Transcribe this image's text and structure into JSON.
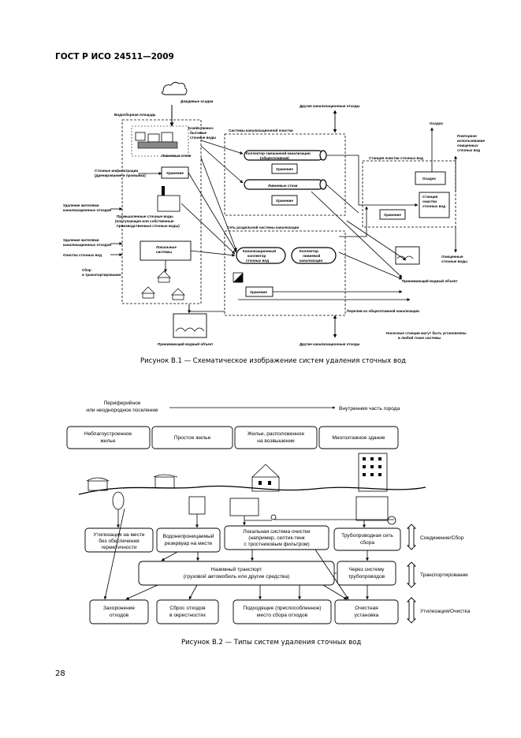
{
  "header": {
    "title": "ГОСТ Р ИСО 24511—2009"
  },
  "page_number": "28",
  "figure1": {
    "caption": "Рисунок В.1 — Схематическое изображение систем удаления сточных вод",
    "labels": {
      "rain": "Дождевые осадки",
      "catchment": "Водосборная площадь",
      "household_waste": [
        "Хозяйственно-",
        "бытовые",
        "сточные воды"
      ],
      "rain_water": "Ливневые стоки",
      "storage_top": "Хранение",
      "stormwater_infiltration": [
        "Сточные инфильтрации",
        "(дренирование и промывка)"
      ],
      "industrial_waste": [
        "Промышленные сточные воды",
        "(поступающие или собственные",
        "производственные сточные воды)"
      ],
      "disposal_residents": [
        "Удаление жителями",
        "канализационных отходов"
      ],
      "disposal_residents2": [
        "Удаление жителями",
        "канализационных отходов"
      ],
      "cleaning_sewage": "Очистка сточных вод",
      "local_systems": [
        "Локальные",
        "системы"
      ],
      "collect_transport": [
        "Сбор",
        "и транспортирование"
      ],
      "receiving_water_bottom": "Принимающий водный объект",
      "other_waste": "Другие канализационные отходы",
      "other_waste2": "Другие канализационные отходы",
      "sewer_systems": "Системы канализационной очистки",
      "sewer_storage_line": [
        "Коллектор смешанной канализации",
        "(общесплавная)"
      ],
      "storage_a": "Хранение",
      "rain_sewer": "Ливневые стоки",
      "storage_b": "Хранение",
      "wastewater_station": "Станция очистки сточных вод",
      "sludge_top": "Осадок",
      "sludge_box": "Осадок",
      "station_cleaned": [
        "Станция",
        "очистки",
        "сточных вод"
      ],
      "storage_c": "Хранение",
      "separate_system": "Сеть раздельной системы канализации",
      "sewer_collector": [
        "Канализационный",
        "коллектор",
        "сточных вод"
      ],
      "rain_collector": [
        "Коллектор",
        "ливневой",
        "канализации"
      ],
      "storage_d": "Хранение",
      "post_treatment": [
        "Повторное",
        "использование",
        "очищенных",
        "сточных вод"
      ],
      "cleaned_waste": [
        "Очищенные",
        "сточные воды"
      ],
      "receiving_water_right": "Принимающий водный объект",
      "to_receiving": "Перелив из общесплавной канализации",
      "pumping_note": [
        "Насосные станции могут быть установлены",
        "в любой точке системы"
      ]
    }
  },
  "figure2": {
    "caption": "Рисунок В.2 — Типы систем удаления сточных вод",
    "axis_left": [
      "Периферийное",
      "или неоднородное поселение"
    ],
    "axis_right": "Внутренняя часть города",
    "housing": [
      [
        "Неблагоустроенное",
        "жилье"
      ],
      [
        "Простое жилье"
      ],
      [
        "Жилье, расположенное",
        "на возвышении"
      ],
      [
        "Многоэтажное здание"
      ]
    ],
    "collection": [
      [
        "Утилизация на месте",
        "без обеспечения",
        "герметичности"
      ],
      [
        "Водонепроницаемый",
        "резервуар на месте"
      ],
      [
        "Локальная система очистки",
        "(например, септик-тенк",
        "с тростниковым фильтром)"
      ],
      [
        "Трубопроводная сеть",
        "сбора"
      ]
    ],
    "transport": [
      [
        "Наземный транспорт",
        "(грузовой автомобиль или другие средства)"
      ],
      [
        "Через систему",
        "трубопроводов"
      ]
    ],
    "disposal": [
      [
        "Захоронение",
        "отходов"
      ],
      [
        "Сброс отходов",
        "в окрестностях"
      ],
      [
        "Подходящее (приспособленное)",
        "место сбора отходов"
      ],
      [
        "Очистная",
        "установка"
      ]
    ],
    "side_labels": [
      "Соединение/Сбор",
      "Транспортирование",
      "Утилизация/Очистка"
    ]
  }
}
